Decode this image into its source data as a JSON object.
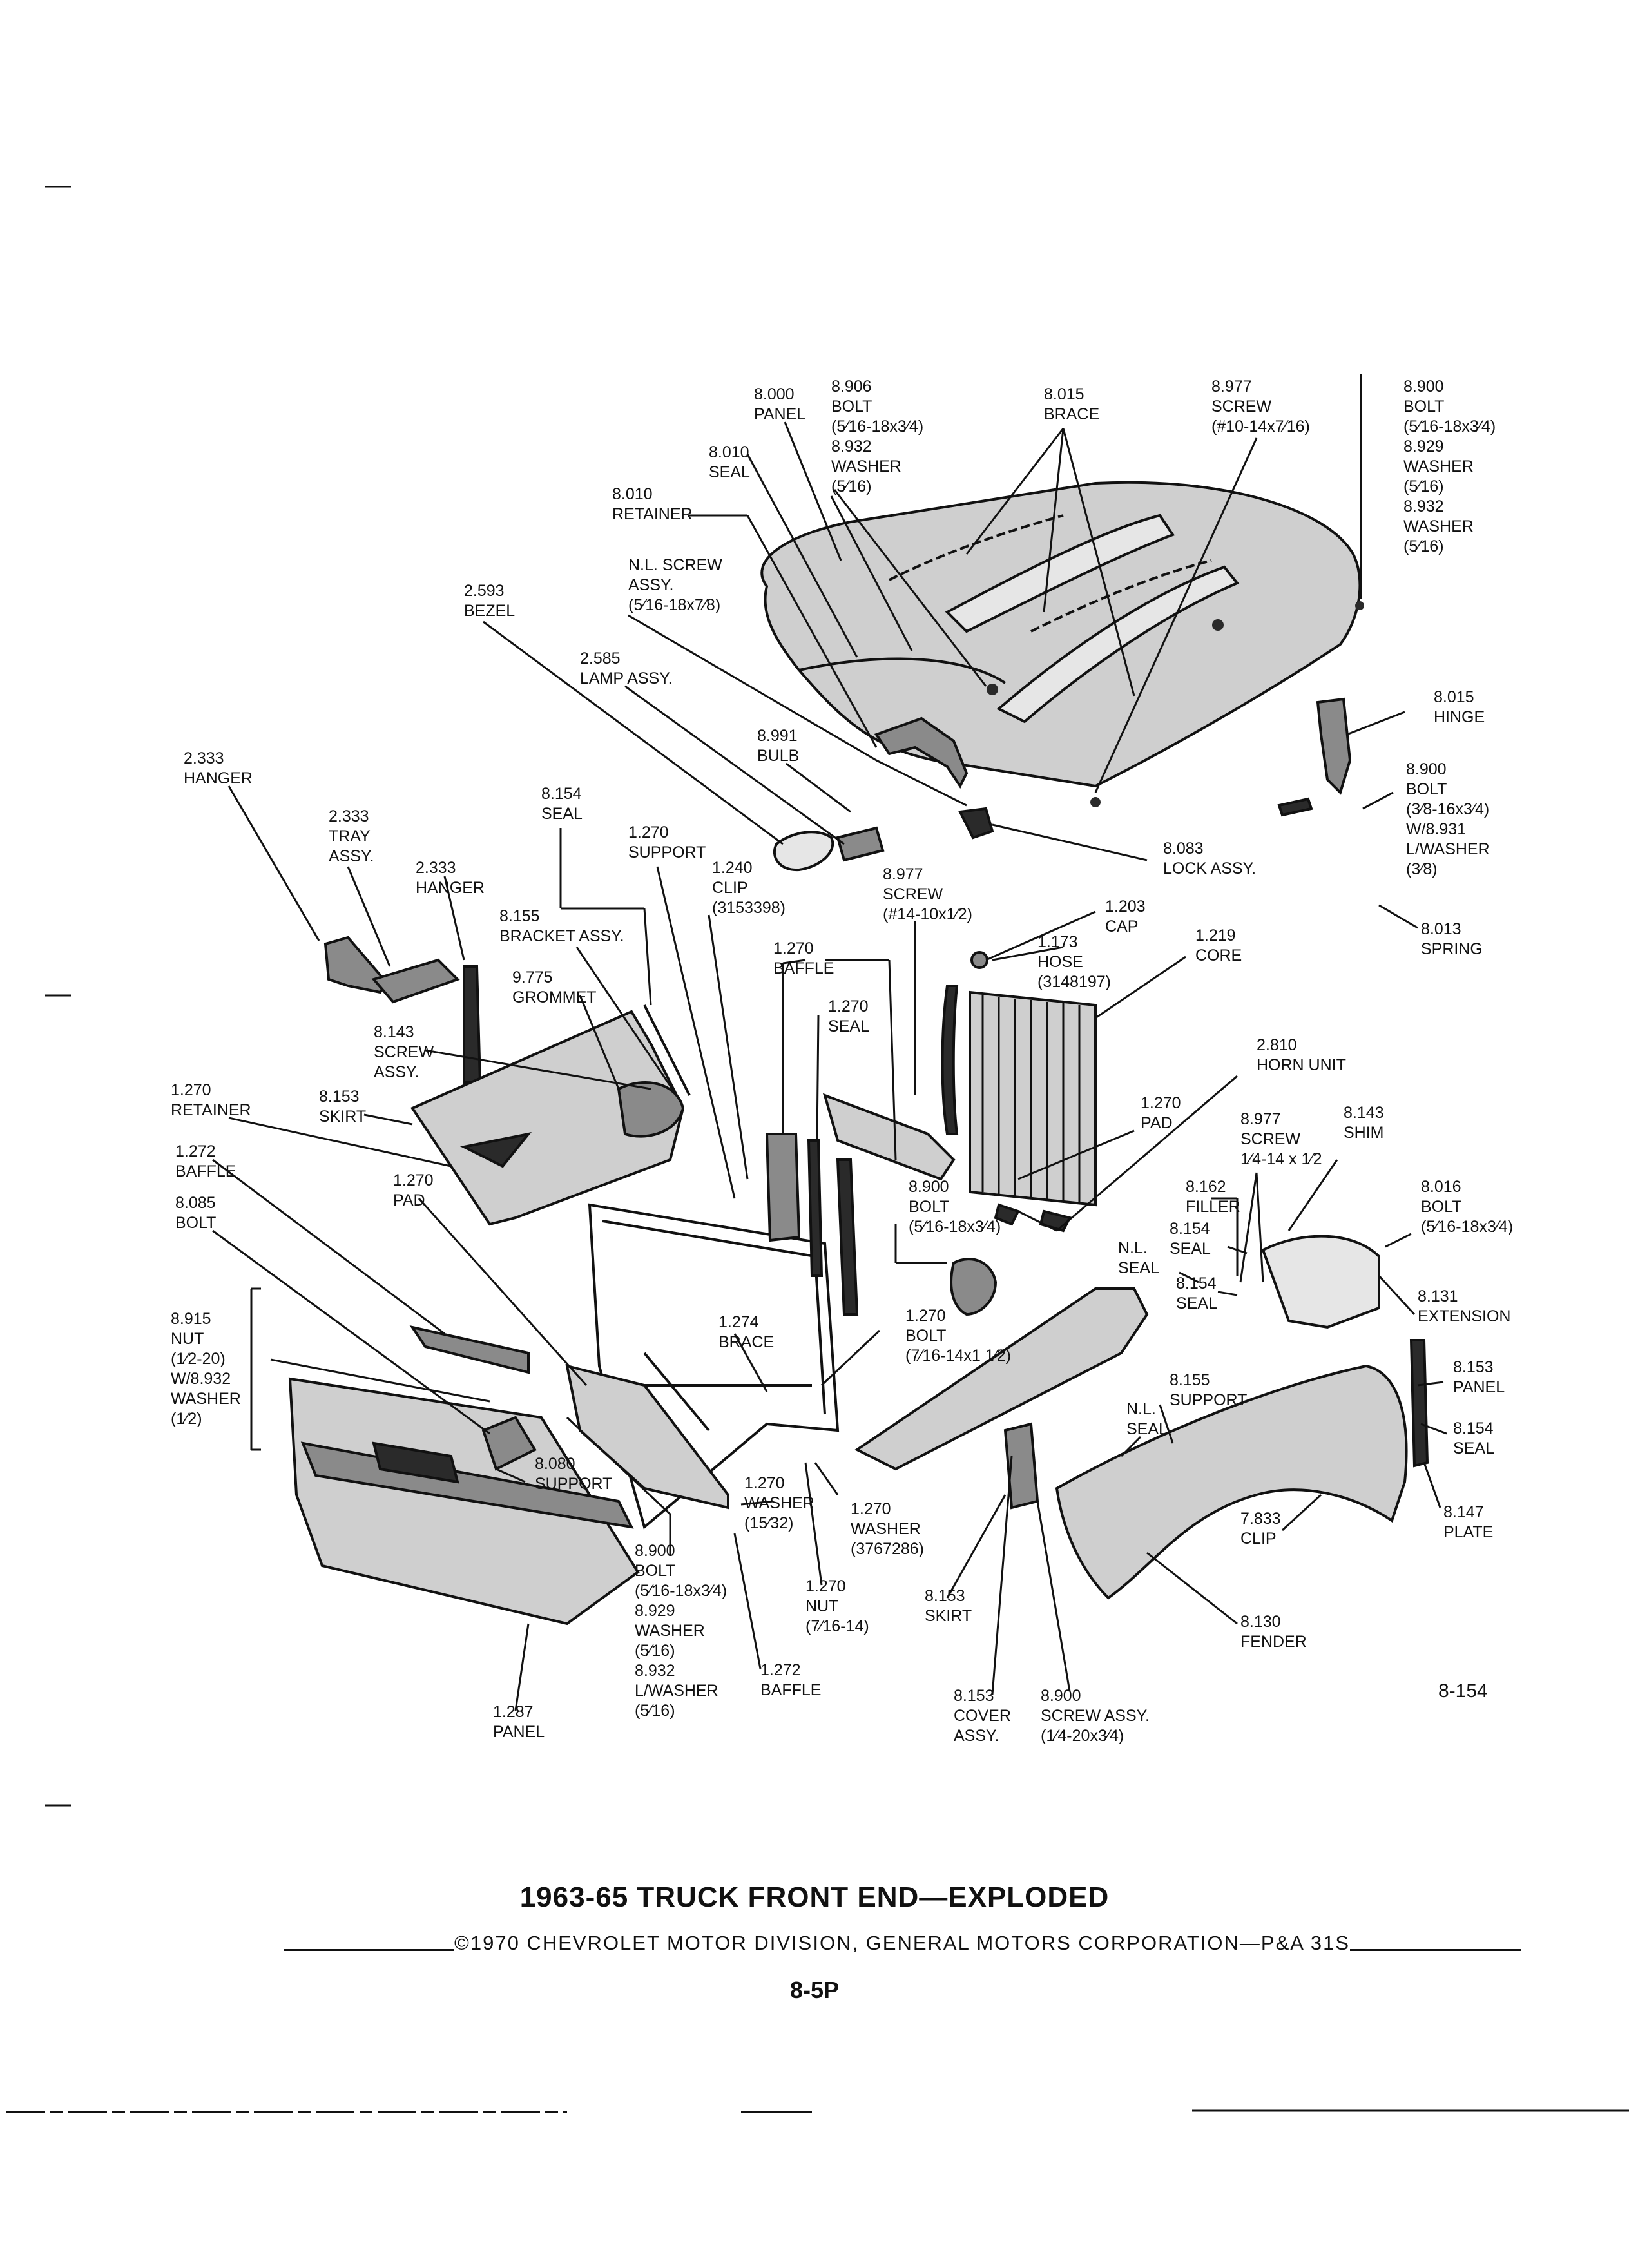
{
  "document": {
    "title": "1963-65 TRUCK FRONT END—EXPLODED",
    "copyright": "©1970 CHEVROLET MOTOR DIVISION, GENERAL MOTORS CORPORATION—P&A 31S",
    "page_number": "8-5P",
    "figure_number": "8-154"
  },
  "callouts": [
    {
      "id": "c1",
      "lines": [
        "8.000",
        "PANEL"
      ]
    },
    {
      "id": "c2",
      "lines": [
        "8.906",
        "BOLT",
        "(5⁄16-18x3⁄4)",
        "8.932",
        "WASHER",
        "(5⁄16)"
      ]
    },
    {
      "id": "c3",
      "lines": [
        "8.015",
        "BRACE"
      ]
    },
    {
      "id": "c4",
      "lines": [
        "8.977",
        "SCREW",
        "(#10-14x7⁄16)"
      ]
    },
    {
      "id": "c5",
      "lines": [
        "8.900",
        "BOLT",
        "(5⁄16-18x3⁄4)",
        "8.929",
        "WASHER",
        "(5⁄16)",
        "8.932",
        "WASHER",
        "(5⁄16)"
      ]
    },
    {
      "id": "c6",
      "lines": [
        "8.010",
        "SEAL"
      ]
    },
    {
      "id": "c7",
      "lines": [
        "8.010",
        "RETAINER"
      ]
    },
    {
      "id": "c8",
      "lines": [
        "N.L. SCREW",
        "ASSY.",
        "(5⁄16-18x7⁄8)"
      ]
    },
    {
      "id": "c9",
      "lines": [
        "2.593",
        "BEZEL"
      ]
    },
    {
      "id": "c10",
      "lines": [
        "2.585",
        "LAMP ASSY."
      ]
    },
    {
      "id": "c11",
      "lines": [
        "8.015",
        "HINGE"
      ]
    },
    {
      "id": "c12",
      "lines": [
        "8.991",
        "BULB"
      ]
    },
    {
      "id": "c13",
      "lines": [
        "8.900",
        "BOLT",
        "(3⁄8-16x3⁄4)",
        "W/8.931",
        "L/WASHER",
        "(3⁄8)"
      ]
    },
    {
      "id": "c14",
      "lines": [
        "2.333",
        "HANGER"
      ]
    },
    {
      "id": "c15",
      "lines": [
        "8.154",
        "SEAL"
      ]
    },
    {
      "id": "c16",
      "lines": [
        "2.333",
        "TRAY",
        "ASSY."
      ]
    },
    {
      "id": "c17",
      "lines": [
        "1.270",
        "SUPPORT"
      ]
    },
    {
      "id": "c18",
      "lines": [
        "8.083",
        "LOCK ASSY."
      ]
    },
    {
      "id": "c19",
      "lines": [
        "1.240",
        "CLIP",
        "(3153398)"
      ]
    },
    {
      "id": "c20",
      "lines": [
        "8.977",
        "SCREW",
        "(#14-10x1⁄2)"
      ]
    },
    {
      "id": "c21",
      "lines": [
        "2.333",
        "HANGER"
      ]
    },
    {
      "id": "c22",
      "lines": [
        "8.013",
        "SPRING"
      ]
    },
    {
      "id": "c23",
      "lines": [
        "8.155",
        "BRACKET ASSY."
      ]
    },
    {
      "id": "c24",
      "lines": [
        "1.203",
        "CAP"
      ]
    },
    {
      "id": "c25",
      "lines": [
        "1.219",
        "CORE"
      ]
    },
    {
      "id": "c26",
      "lines": [
        "1.173",
        "HOSE",
        "(3148197)"
      ]
    },
    {
      "id": "c27",
      "lines": [
        "1.270",
        "BAFFLE"
      ]
    },
    {
      "id": "c28",
      "lines": [
        "9.775",
        "GROMMET"
      ]
    },
    {
      "id": "c29",
      "lines": [
        "1.270",
        "SEAL"
      ]
    },
    {
      "id": "c30",
      "lines": [
        "8.143",
        "SCREW",
        "ASSY."
      ]
    },
    {
      "id": "c31",
      "lines": [
        "2.810",
        "HORN UNIT"
      ]
    },
    {
      "id": "c32",
      "lines": [
        "1.270",
        "RETAINER"
      ]
    },
    {
      "id": "c33",
      "lines": [
        "8.153",
        "SKIRT"
      ]
    },
    {
      "id": "c34",
      "lines": [
        "1.270",
        "PAD"
      ]
    },
    {
      "id": "c35",
      "lines": [
        "8.143",
        "SHIM"
      ]
    },
    {
      "id": "c36",
      "lines": [
        "8.977",
        "SCREW",
        "1⁄4-14 x 1⁄2"
      ]
    },
    {
      "id": "c37",
      "lines": [
        "1.272",
        "BAFFLE"
      ]
    },
    {
      "id": "c38",
      "lines": [
        "1.270",
        "PAD"
      ]
    },
    {
      "id": "c39",
      "lines": [
        "8.900",
        "BOLT",
        "(5⁄16-18x3⁄4)"
      ]
    },
    {
      "id": "c40",
      "lines": [
        "8.162",
        "FILLER"
      ]
    },
    {
      "id": "c41",
      "lines": [
        "8.016",
        "BOLT",
        "(5⁄16-18x3⁄4)"
      ]
    },
    {
      "id": "c42",
      "lines": [
        "8.085",
        "BOLT"
      ]
    },
    {
      "id": "c43",
      "lines": [
        "8.154",
        "SEAL"
      ]
    },
    {
      "id": "c44",
      "lines": [
        "N.L.",
        "SEAL"
      ]
    },
    {
      "id": "c45",
      "lines": [
        "8.154",
        "SEAL"
      ]
    },
    {
      "id": "c46",
      "lines": [
        "8.131",
        "EXTENSION"
      ]
    },
    {
      "id": "c47",
      "lines": [
        "1.270",
        "BOLT",
        "(7⁄16-14x1 1⁄2)"
      ]
    },
    {
      "id": "c48",
      "lines": [
        "8.915",
        "NUT",
        "(1⁄2-20)",
        "W/8.932",
        "WASHER",
        "(1⁄2)"
      ]
    },
    {
      "id": "c49",
      "lines": [
        "1.274",
        "BRACE"
      ]
    },
    {
      "id": "c50",
      "lines": [
        "8.153",
        "PANEL"
      ]
    },
    {
      "id": "c51",
      "lines": [
        "8.155",
        "SUPPORT"
      ]
    },
    {
      "id": "c52",
      "lines": [
        "N.L.",
        "SEAL"
      ]
    },
    {
      "id": "c53",
      "lines": [
        "8.154",
        "SEAL"
      ]
    },
    {
      "id": "c54",
      "lines": [
        "8.080",
        "SUPPORT"
      ]
    },
    {
      "id": "c55",
      "lines": [
        "1.270",
        "WASHER",
        "(15⁄32)"
      ]
    },
    {
      "id": "c56",
      "lines": [
        "1.270",
        "WASHER",
        "(3767286)"
      ]
    },
    {
      "id": "c57",
      "lines": [
        "8.147",
        "PLATE"
      ]
    },
    {
      "id": "c58",
      "lines": [
        "7.833",
        "CLIP"
      ]
    },
    {
      "id": "c59",
      "lines": [
        "8.900",
        "BOLT",
        "(5⁄16-18x3⁄4)",
        "8.929",
        "WASHER",
        "(5⁄16)",
        "8.932",
        "L/WASHER",
        "(5⁄16)"
      ]
    },
    {
      "id": "c60",
      "lines": [
        "1.270",
        "NUT",
        "(7⁄16-14)"
      ]
    },
    {
      "id": "c61",
      "lines": [
        "8.153",
        "SKIRT"
      ]
    },
    {
      "id": "c62",
      "lines": [
        "8.130",
        "FENDER"
      ]
    },
    {
      "id": "c63",
      "lines": [
        "1.272",
        "BAFFLE"
      ]
    },
    {
      "id": "c64",
      "lines": [
        "1.287",
        "PANEL"
      ]
    },
    {
      "id": "c65",
      "lines": [
        "8.153",
        "COVER",
        "ASSY."
      ]
    },
    {
      "id": "c66",
      "lines": [
        "8.900",
        "SCREW ASSY.",
        "(1⁄4-20x3⁄4)"
      ]
    }
  ]
}
